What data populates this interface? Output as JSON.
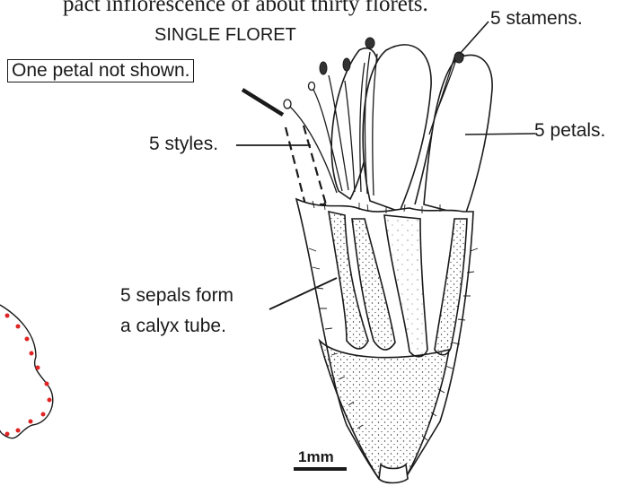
{
  "header_text": "pact inflorescence of about thirty florets.",
  "title": "SINGLE FLORET",
  "labels": {
    "petal_note": "One petal not shown.",
    "styles": "5 styles.",
    "stamens": "5 stamens.",
    "petals": "5 petals.",
    "sepals_line1": "5 sepals form",
    "sepals_line2": "a calyx tube.",
    "scale": "1mm"
  },
  "colors": {
    "ink": "#1a1a1a",
    "dots": "#e02424"
  }
}
